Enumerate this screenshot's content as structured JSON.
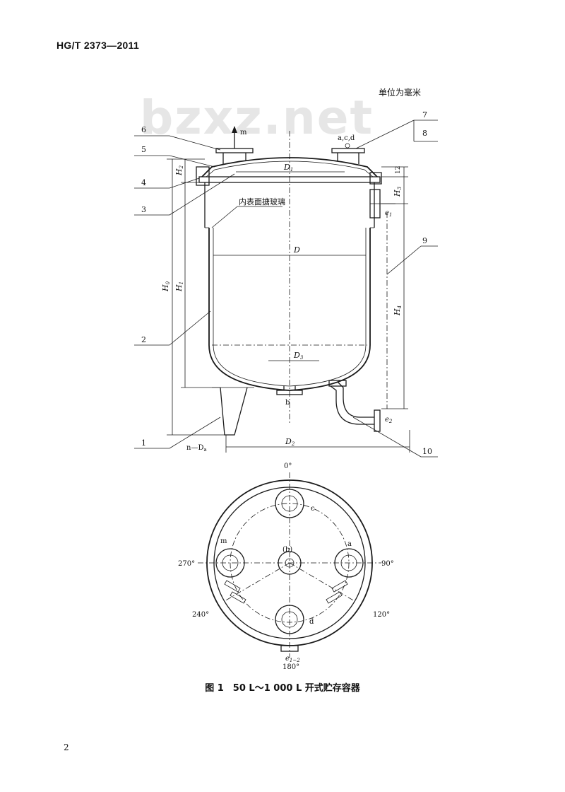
{
  "header": {
    "standard_code": "HG/T 2373—2011",
    "unit_note": "单位为毫米"
  },
  "watermark": "bzxz.net",
  "elevation": {
    "part_numbers": [
      "1",
      "2",
      "3",
      "4",
      "5",
      "6",
      "7",
      "8",
      "9",
      "10"
    ],
    "nozzle_labels": {
      "m": "m",
      "acd": "a,c,d",
      "b": "b",
      "e1": "e",
      "e1_sub": "1",
      "e2": "e",
      "e2_sub": "2"
    },
    "dims": {
      "D": "D",
      "D1": "D",
      "D1_sub": "1",
      "D2": "D",
      "D2_sub": "2",
      "D3": "D",
      "D3_sub": "3",
      "H0": "H",
      "H0_sub": "0",
      "H1": "H",
      "H1_sub": "1",
      "H2": "H",
      "H2_sub": "2",
      "H3": "H",
      "H3_sub": "3",
      "H4": "H",
      "H4_sub": "4",
      "twelve": "12",
      "nDa": "n—D",
      "nDa_sub": "a"
    },
    "note_glass": "内表面搪玻璃"
  },
  "plan": {
    "angles": {
      "a0": "0°",
      "a90": "90°",
      "a120": "120°",
      "a180": "180°",
      "a240": "240°",
      "a270": "270°"
    },
    "nozzles": {
      "a": "a",
      "b": "(b)",
      "c": "c",
      "d": "d",
      "m": "m",
      "e": "e",
      "e_sub": "1~2"
    }
  },
  "caption": "图 1　50 L～1 000 L 开式贮存容器",
  "page_number": "2"
}
